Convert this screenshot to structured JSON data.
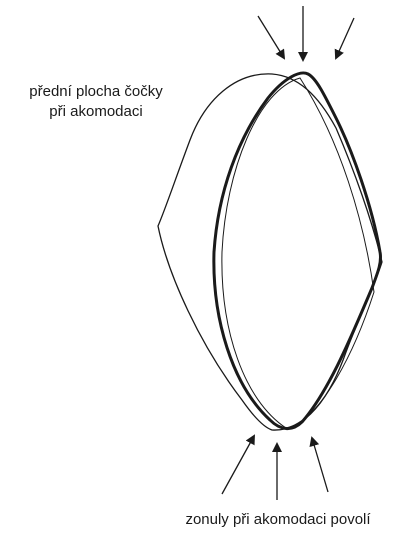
{
  "diagram": {
    "labels": {
      "front_surface_line1": "přední plocha čočky",
      "front_surface_line2": "při akomodaci",
      "zonules": "zonuly při akomodaci povolí"
    }
  }
}
